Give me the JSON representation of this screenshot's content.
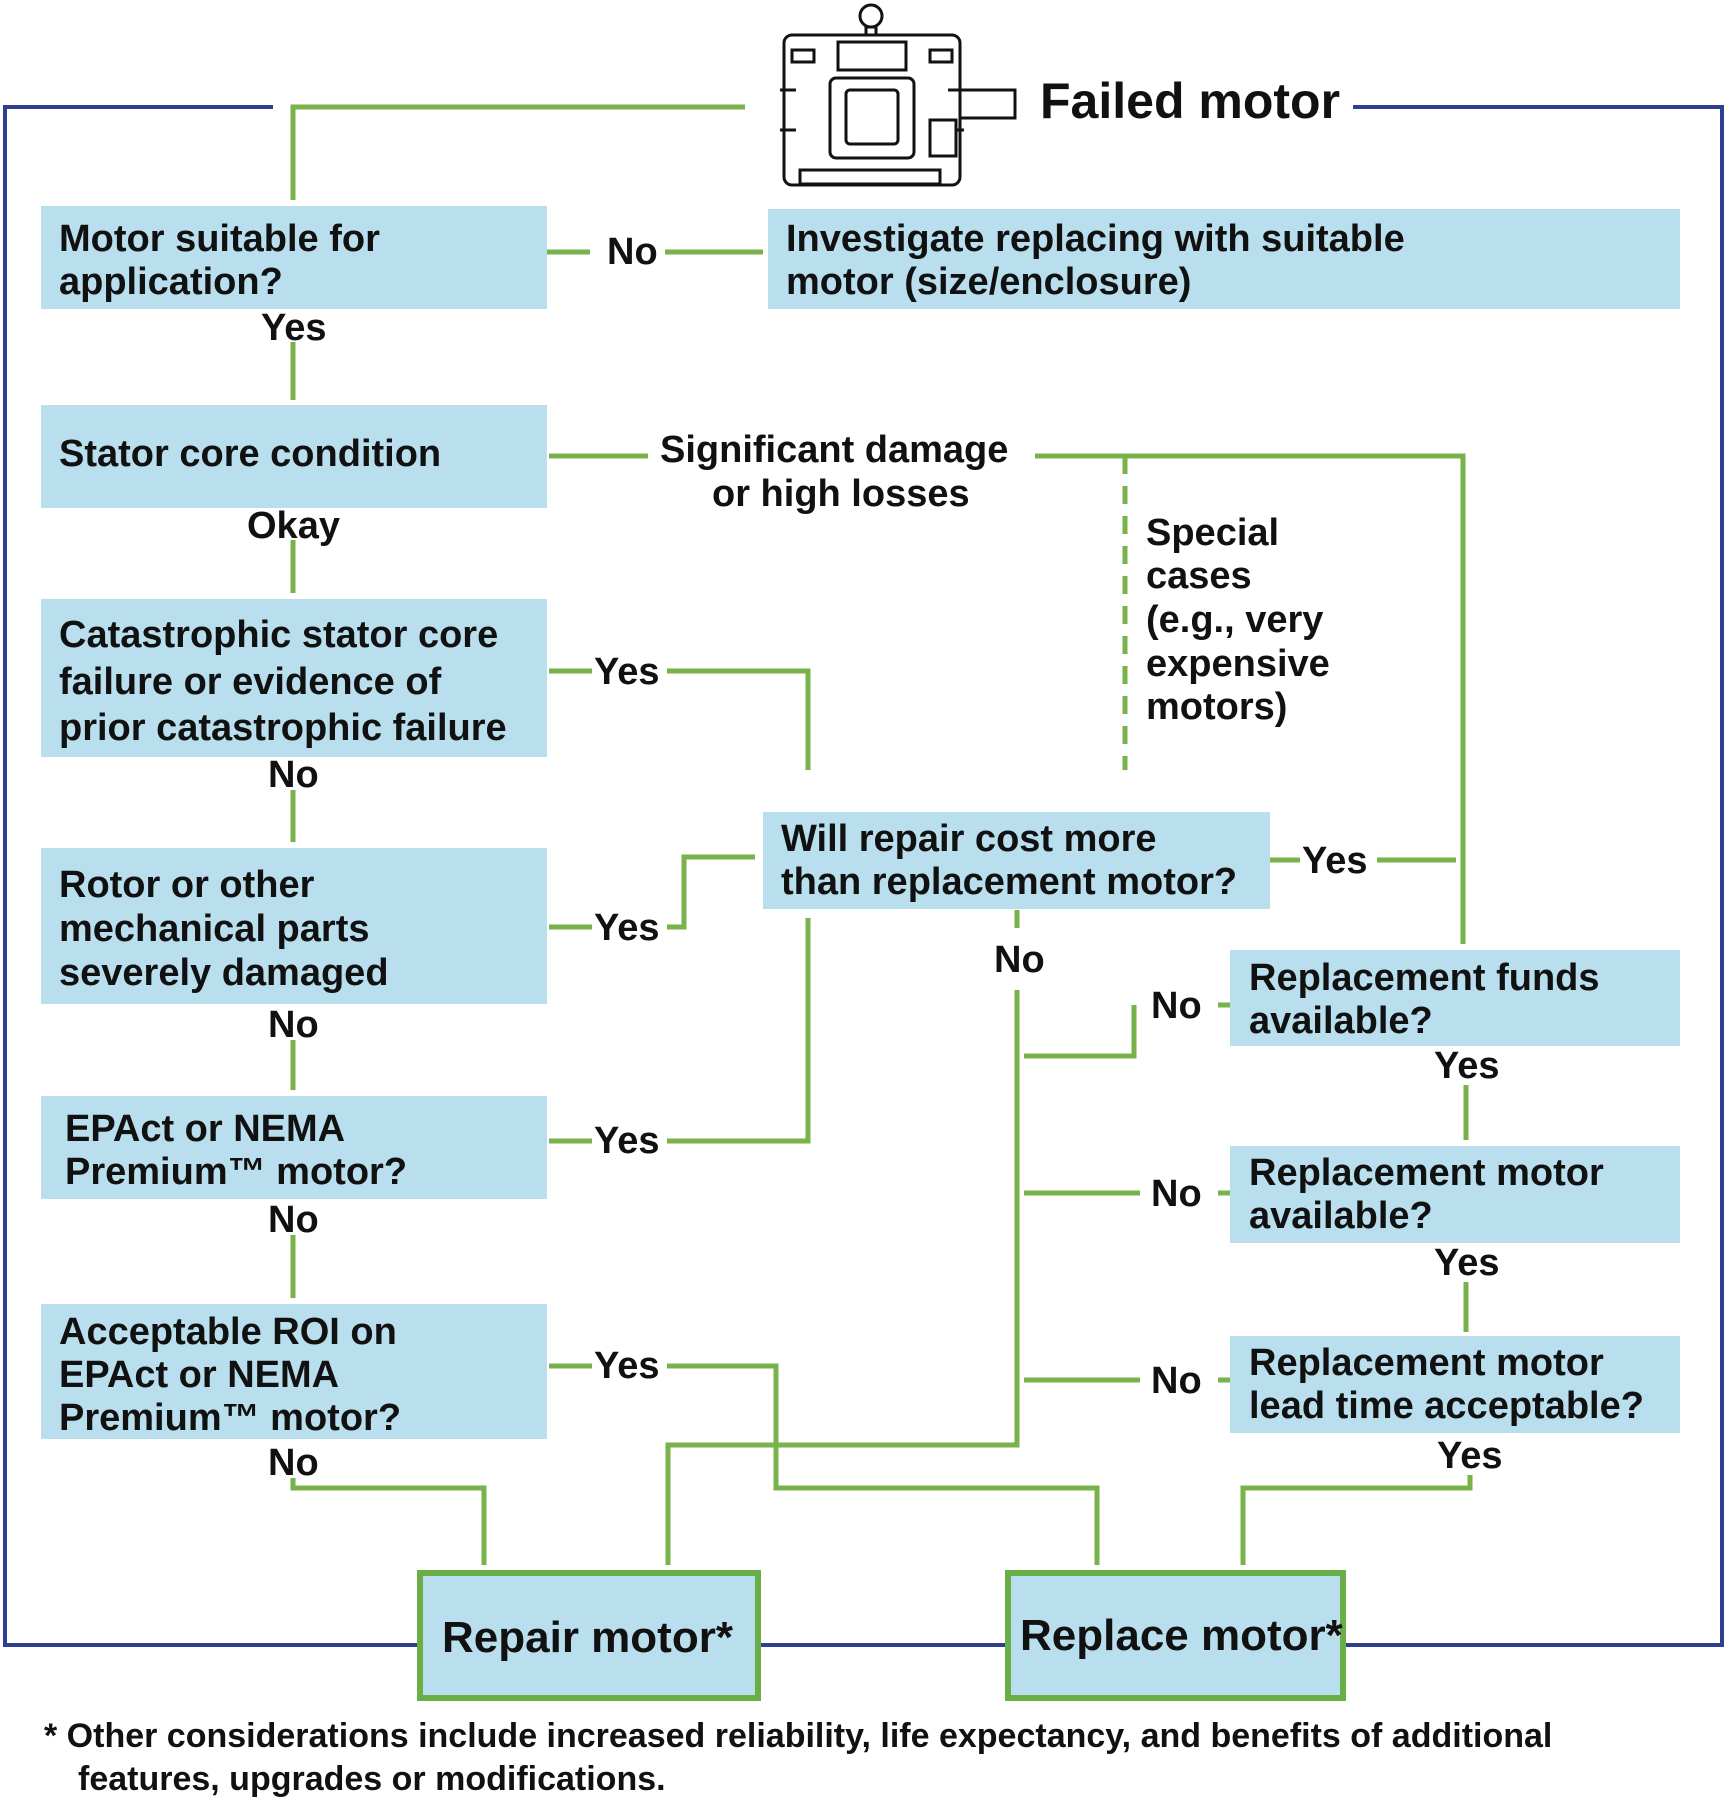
{
  "title": "Failed motor",
  "nodes": {
    "suitable": {
      "line1": "Motor suitable for",
      "line2": "application?"
    },
    "investigate": {
      "line1": "Investigate replacing with suitable",
      "line2": "motor (size/enclosure)"
    },
    "stator": {
      "line1": "Stator core condition"
    },
    "catastrophic": {
      "line1": "Catastrophic stator core",
      "line2": "failure or evidence of",
      "line3": "prior catastrophic failure"
    },
    "rotor": {
      "line1": "Rotor or other",
      "line2": "mechanical parts",
      "line3": "severely damaged"
    },
    "epact": {
      "line1": "EPAct or NEMA",
      "line2": "Premium™ motor?"
    },
    "roi": {
      "line1": "Acceptable ROI on",
      "line2": "EPAct or NEMA",
      "line3": "Premium™ motor?"
    },
    "cost": {
      "line1": "Will repair cost more",
      "line2": "than replacement motor?"
    },
    "funds": {
      "line1": "Replacement funds",
      "line2": "available?"
    },
    "motor_avail": {
      "line1": "Replacement motor",
      "line2": "available?"
    },
    "lead_time": {
      "line1": "Replacement motor",
      "line2": "lead time acceptable?"
    },
    "repair": {
      "label": "Repair motor*"
    },
    "replace": {
      "label": "Replace motor*"
    }
  },
  "edge_labels": {
    "suitable_no": "No",
    "suitable_yes": "Yes",
    "stator_okay": "Okay",
    "stator_damage_1": "Significant damage",
    "stator_damage_2": "or high losses",
    "special_1": "Special",
    "special_2": "cases",
    "special_3": "(e.g., very",
    "special_4": "expensive",
    "special_5": "motors)",
    "catastrophic_yes": "Yes",
    "catastrophic_no": "No",
    "rotor_yes": "Yes",
    "rotor_no": "No",
    "epact_yes": "Yes",
    "epact_no": "No",
    "roi_yes": "Yes",
    "roi_no": "No",
    "cost_yes": "Yes",
    "cost_no": "No",
    "funds_no": "No",
    "funds_yes": "Yes",
    "motor_avail_no": "No",
    "motor_avail_yes": "Yes",
    "lead_time_no": "No",
    "lead_time_yes": "Yes"
  },
  "footnote": {
    "line1": "* Other considerations include increased reliability, life expectancy, and benefits of additional",
    "line2": "features, upgrades or modifications."
  },
  "colors": {
    "box_fill": "#b9dfee",
    "flow_line": "#77b24a",
    "frame": "#2e3f8f"
  }
}
